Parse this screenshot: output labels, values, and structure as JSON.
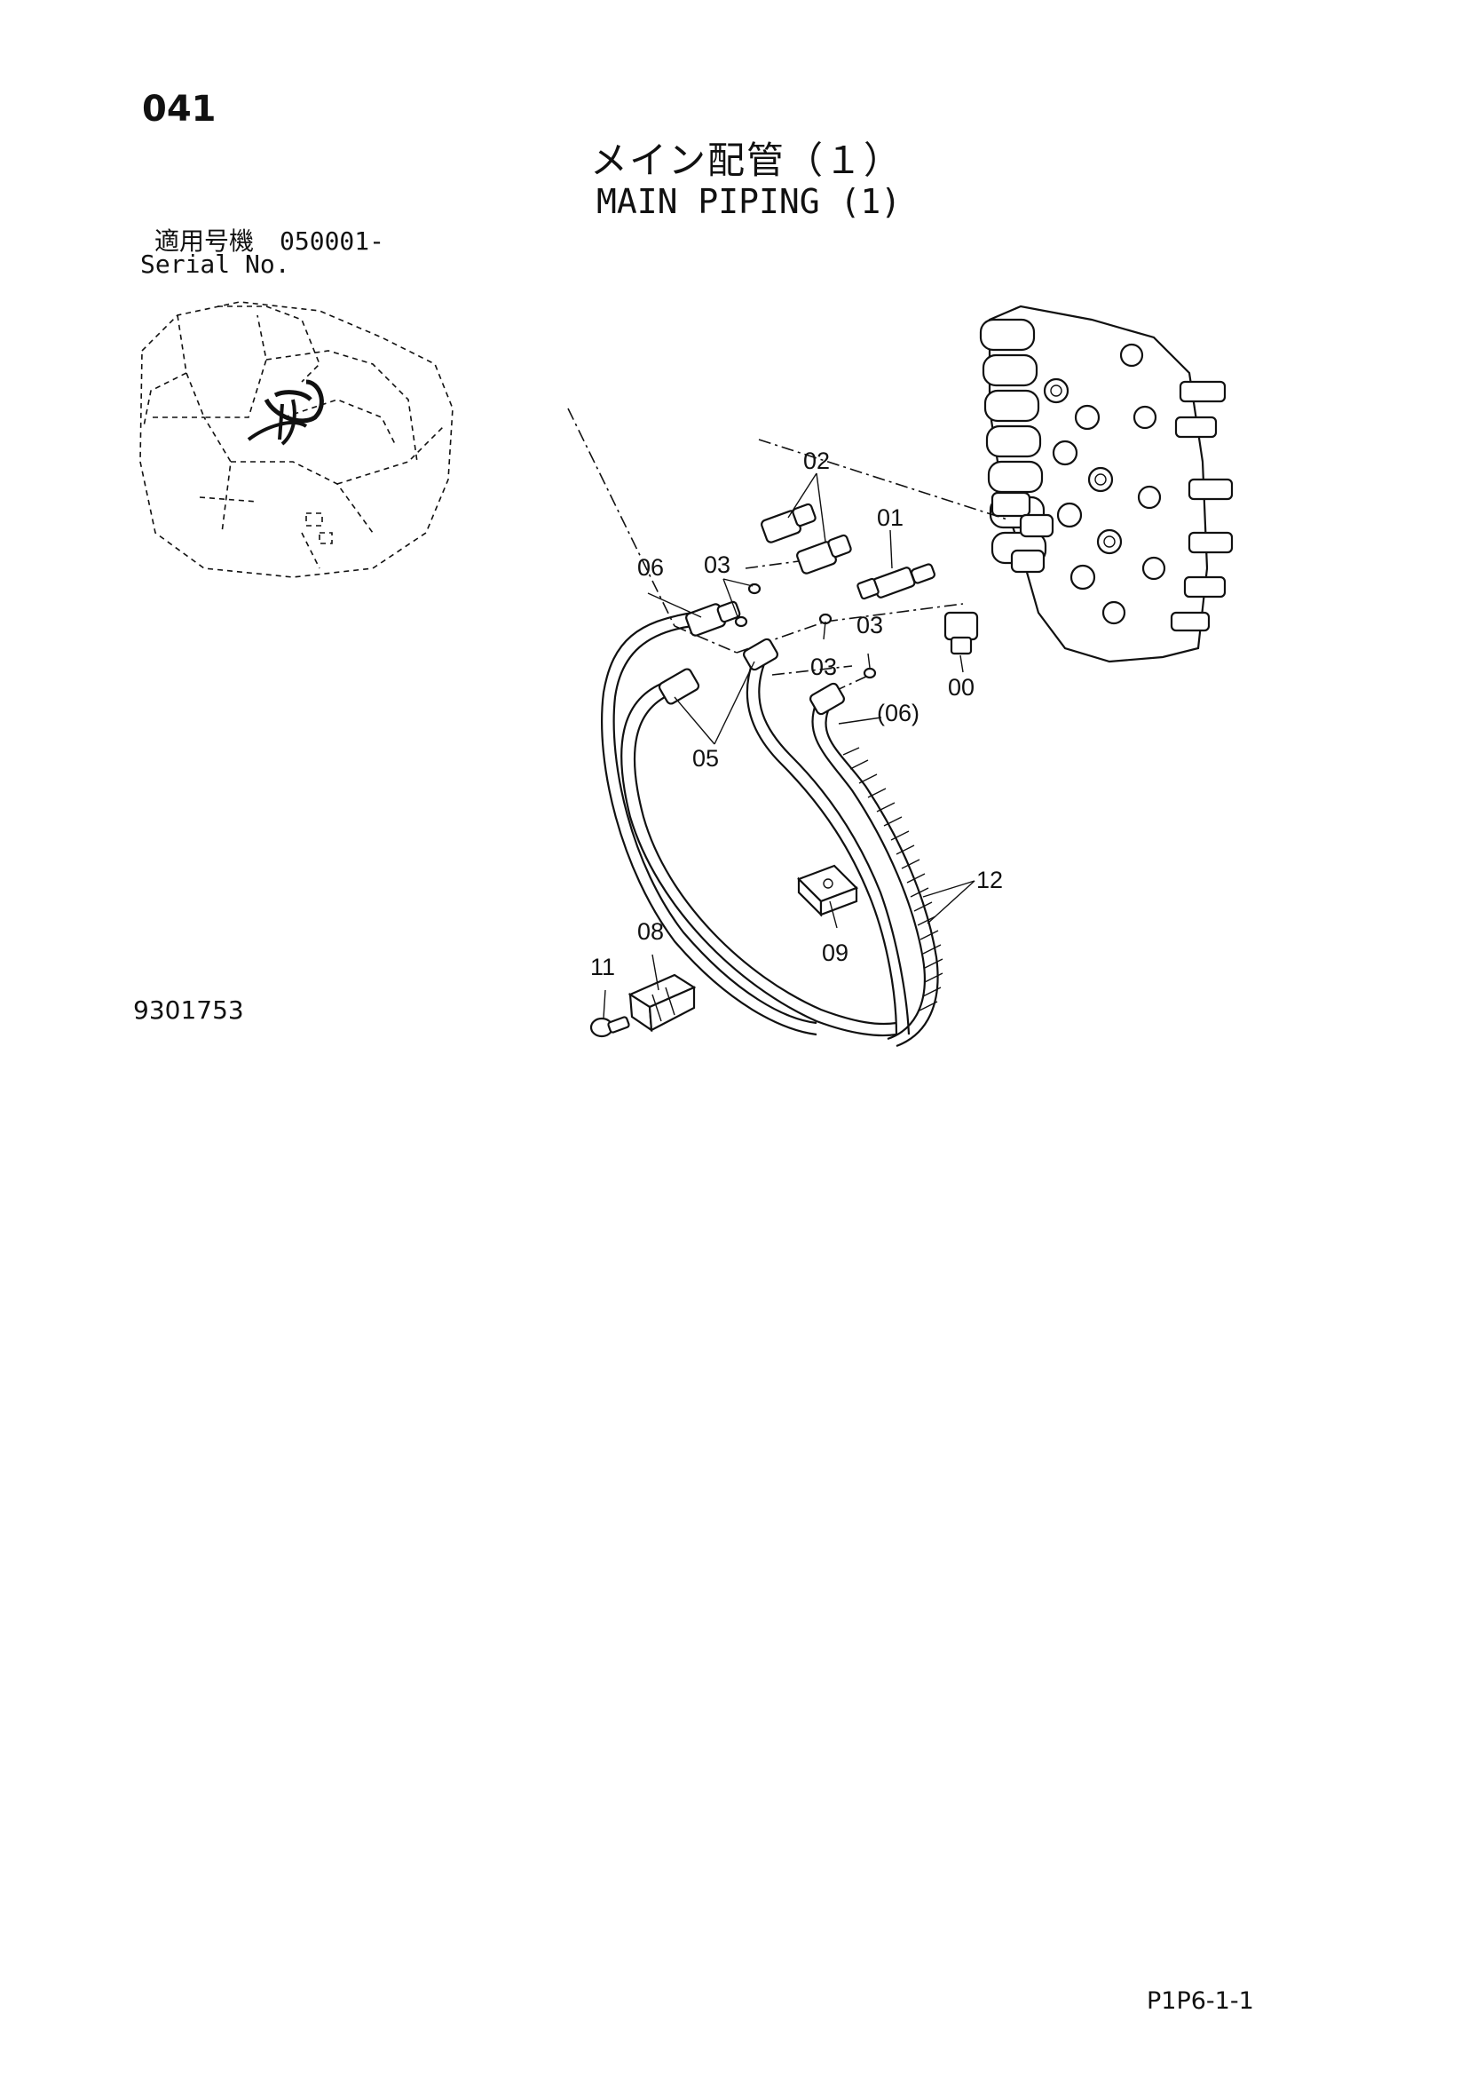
{
  "header": {
    "page_number": "041",
    "title_jp": "メイン配管（１）",
    "title_en": "MAIN PIPING (1)"
  },
  "serial": {
    "label_jp": "適用号機",
    "value": "050001-",
    "label_en": "Serial No."
  },
  "callouts": {
    "c00": "00",
    "c01": "01",
    "c02": "02",
    "c03a": "03",
    "c03b": "03",
    "c03c": "03",
    "c05": "05",
    "c06": "06",
    "c06ref": "(06)",
    "c08": "08",
    "c09": "09",
    "c11": "11",
    "c12": "12"
  },
  "footer": {
    "drawing_number": "9301753",
    "sheet_code": "P1P6-1-1"
  }
}
